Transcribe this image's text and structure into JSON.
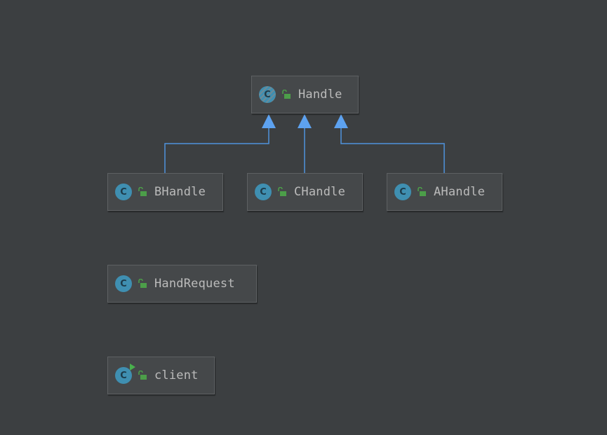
{
  "diagram": {
    "nodes": [
      {
        "id": "handle",
        "label": "Handle",
        "icon": "abstract-class-icon"
      },
      {
        "id": "bhandle",
        "label": "BHandle",
        "icon": "class-icon"
      },
      {
        "id": "chandle",
        "label": "CHandle",
        "icon": "class-icon"
      },
      {
        "id": "ahandle",
        "label": "AHandle",
        "icon": "class-icon"
      },
      {
        "id": "handrequest",
        "label": "HandRequest",
        "icon": "class-icon"
      },
      {
        "id": "client",
        "label": "client",
        "icon": "runnable-class-icon"
      }
    ],
    "edges": [
      {
        "from": "bhandle",
        "to": "handle",
        "type": "generalization"
      },
      {
        "from": "chandle",
        "to": "handle",
        "type": "generalization"
      },
      {
        "from": "ahandle",
        "to": "handle",
        "type": "generalization"
      }
    ]
  },
  "icons": {
    "class_letter": "C"
  },
  "colors": {
    "background": "#3c3f41",
    "node_fill": "#45484a",
    "node_border": "#5e6163",
    "text": "#bbbbbb",
    "class_icon": "#3f8fb1",
    "edge": "#4e93de",
    "visibility_icon": "#4c9e49",
    "run_arrow": "#49b04d"
  }
}
